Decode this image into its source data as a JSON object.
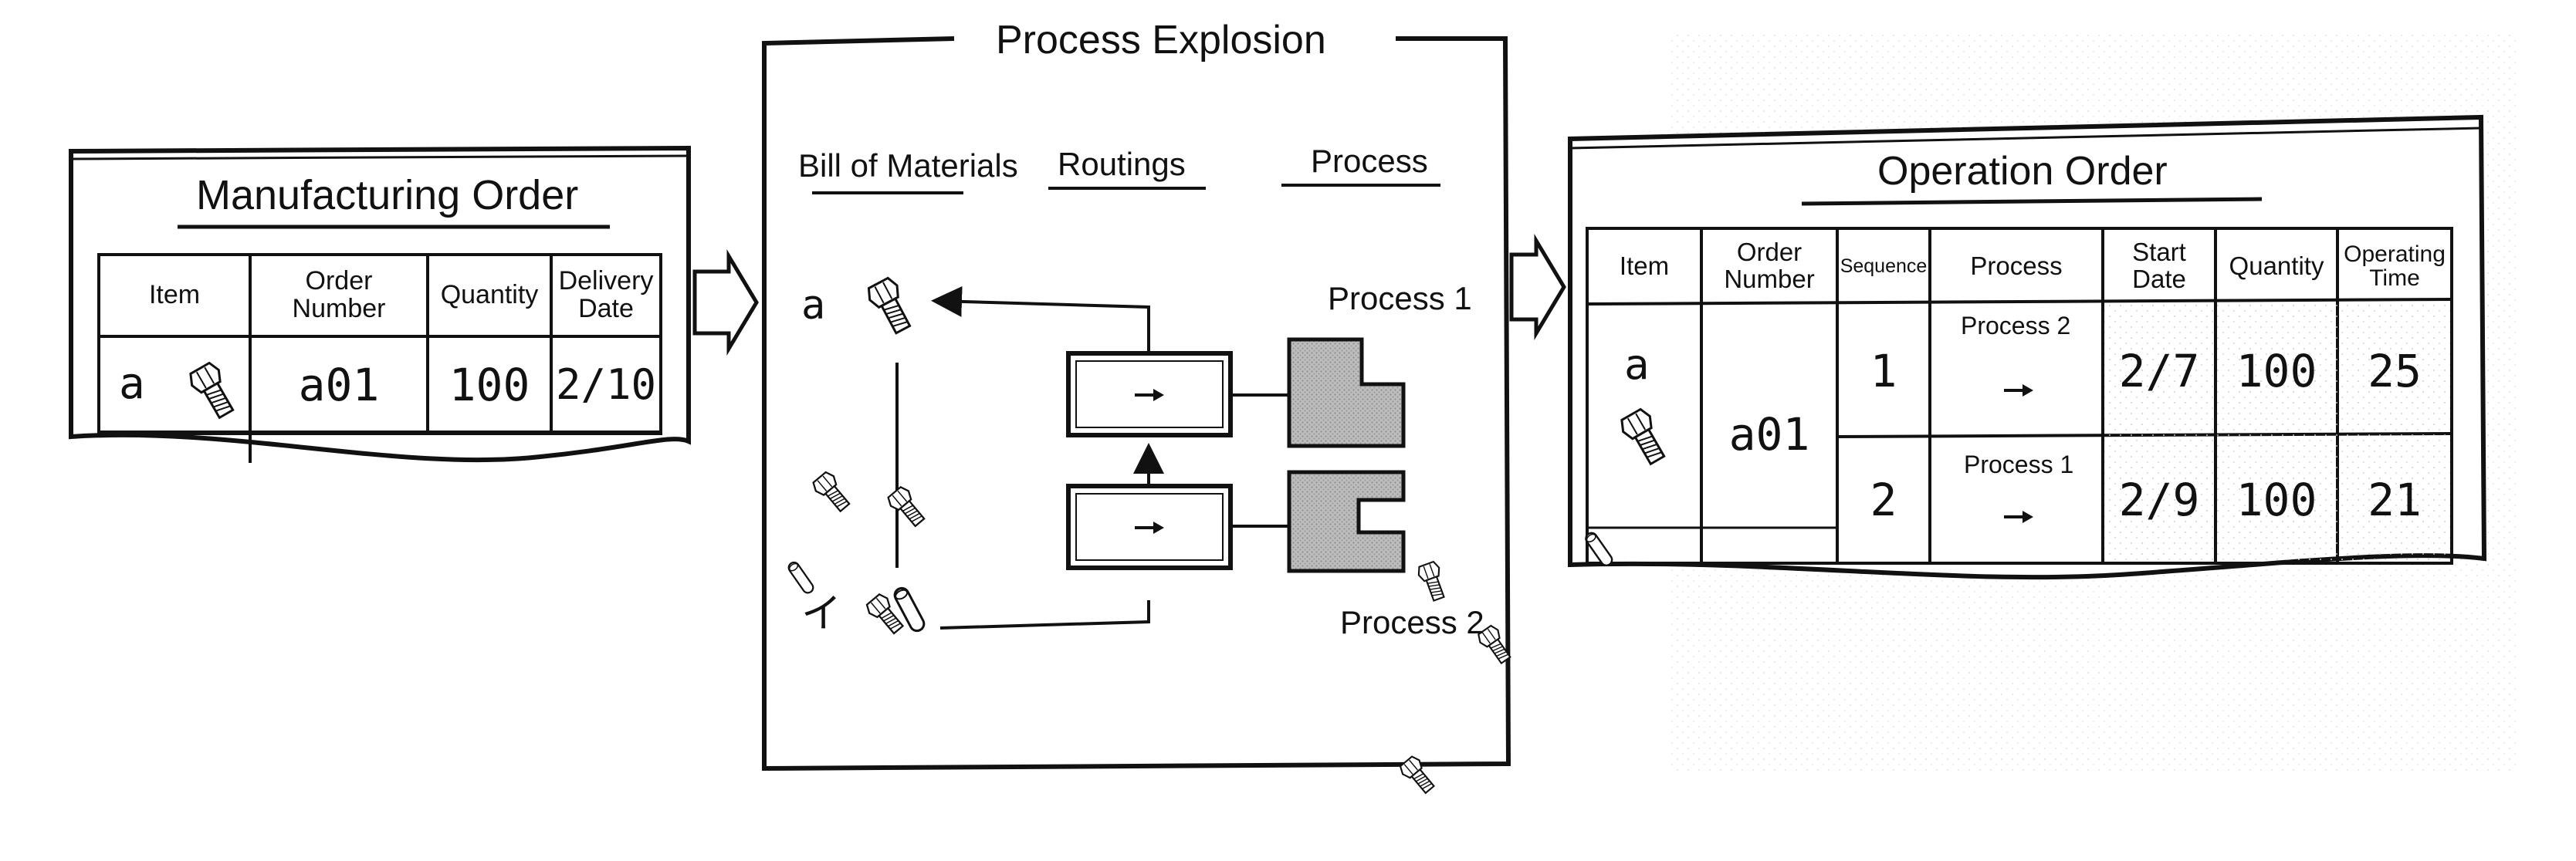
{
  "manufacturing_order": {
    "title": "Manufacturing Order",
    "headers": {
      "item": "Item",
      "order_number": "Order\nNumber",
      "quantity": "Quantity",
      "delivery_date": "Delivery\nDate"
    },
    "row": {
      "item": "a",
      "order_number": "a01",
      "quantity": "100",
      "delivery_date": "2/10"
    }
  },
  "process_explosion": {
    "title": "Process Explosion",
    "columns": {
      "bill_of_materials": "Bill of Materials",
      "routings": "Routings",
      "process": "Process"
    },
    "items": {
      "top": "a",
      "bottom": "イ"
    },
    "processes": {
      "upper": "Process 1",
      "lower": "Process 2"
    }
  },
  "operation_order": {
    "title": "Operation Order",
    "headers": {
      "item": "Item",
      "order_number": "Order\nNumber",
      "sequence": "Sequence",
      "process": "Process",
      "start_date": "Start\nDate",
      "quantity": "Quantity",
      "operating_time": "Operating\nTime"
    },
    "item": "a",
    "order_number": "a01",
    "rows": [
      {
        "sequence": "1",
        "process": "Process 2",
        "start_date": "2/7",
        "quantity": "100",
        "operating_time": "25"
      },
      {
        "sequence": "2",
        "process": "Process 1",
        "start_date": "2/9",
        "quantity": "100",
        "operating_time": "21"
      }
    ]
  },
  "icons": [
    "bolt-icon",
    "rod-icon",
    "block-arrow-icon",
    "process-shape-icon"
  ]
}
